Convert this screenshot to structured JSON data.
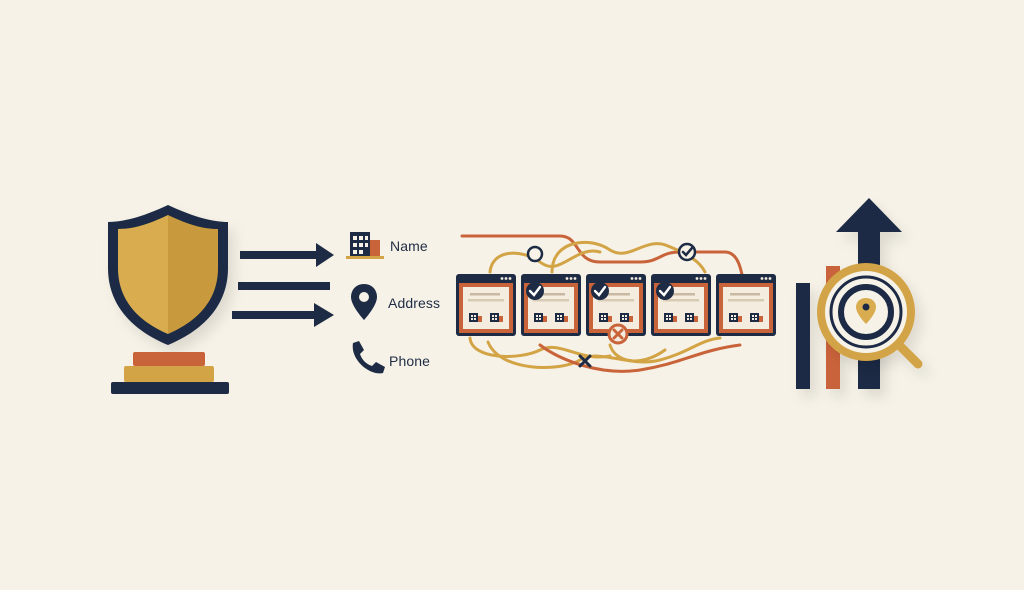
{
  "colors": {
    "background": "#f6f2e7",
    "navy": "#1e2b44",
    "gold": "#d3a446",
    "orange": "#c9643a",
    "cream": "#f3ecdf"
  },
  "nap_fields": [
    {
      "label": "Name",
      "icon": "building-icon"
    },
    {
      "label": "Address",
      "icon": "map-pin-icon"
    },
    {
      "label": "Phone",
      "icon": "phone-icon"
    }
  ],
  "listings": [
    {
      "status": "none"
    },
    {
      "status": "verified"
    },
    {
      "status": "verified-error"
    },
    {
      "status": "verified"
    },
    {
      "status": "none"
    }
  ],
  "icons": {
    "shield": "shield-icon",
    "arrows": "arrow-right-icon",
    "ranking": "ranking-up-arrow-icon",
    "magnifier": "magnifier-location-icon"
  }
}
